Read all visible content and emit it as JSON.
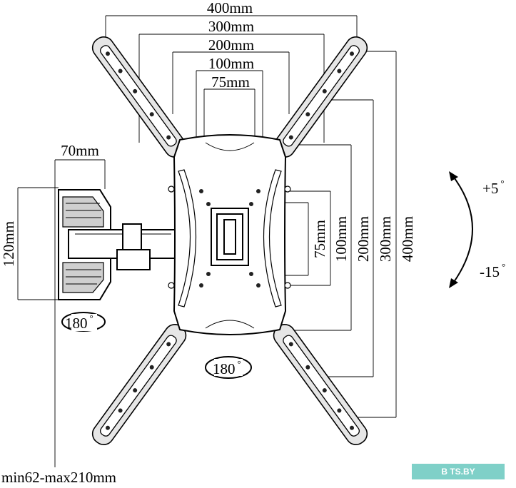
{
  "horizontal_dims": [
    "400mm",
    "300mm",
    "200mm",
    "100mm",
    "75mm"
  ],
  "vertical_dims": [
    "75mm",
    "100mm",
    "200mm",
    "300mm",
    "400mm"
  ],
  "depth_dim": "70mm",
  "height_dim": "120mm",
  "extension_range": "min62-max210mm",
  "rotation_wall": "180",
  "rotation_plate": "180",
  "tilt_up": "+5",
  "tilt_down": "-15",
  "degree_symbol": "°",
  "watermark": "B TS.BY"
}
